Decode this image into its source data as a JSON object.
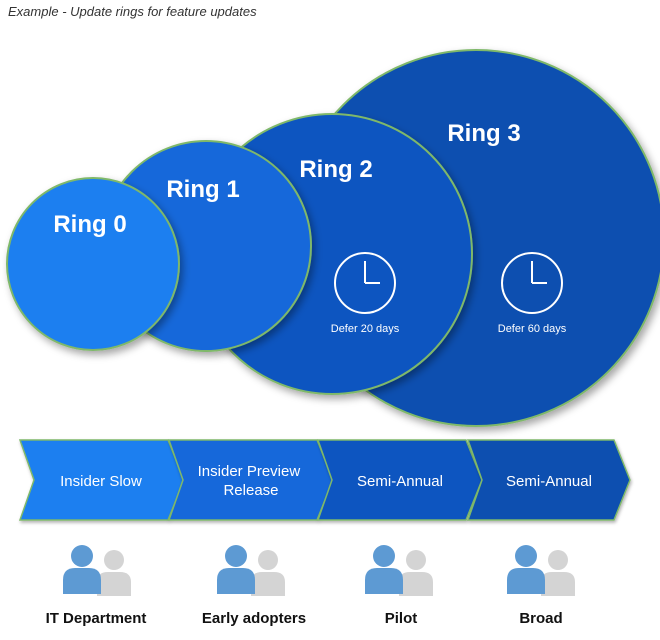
{
  "caption": "Example -  Update rings for feature updates",
  "rings": [
    {
      "label": "Ring 0",
      "color": "#1a7ff0",
      "defer": ""
    },
    {
      "label": "Ring 1",
      "color": "#1468da",
      "defer": ""
    },
    {
      "label": "Ring 2",
      "color": "#0d55c0",
      "defer": "Defer 20 days"
    },
    {
      "label": "Ring 3",
      "color": "#0b4fb0",
      "defer": "Defer 60 days"
    }
  ],
  "channels": [
    {
      "label": "Insider Slow",
      "color": "#1a7ff0"
    },
    {
      "label": "Insider Preview Release",
      "lines": [
        "Insider Preview",
        "Release"
      ],
      "color": "#1468da"
    },
    {
      "label": "Semi-Annual",
      "color": "#0d55c0"
    },
    {
      "label": "Semi-Annual",
      "color": "#0b4fb0"
    }
  ],
  "groups": [
    {
      "label": "IT Department"
    },
    {
      "label": "Early adopters"
    },
    {
      "label": "Pilot"
    },
    {
      "label": "Broad"
    }
  ],
  "icons": {
    "clock": "clock-icon",
    "people": "people-icon"
  },
  "colors": {
    "ring_stroke": "#7fb86a",
    "person_front": "#5d9ad3",
    "person_back": "#d4d4d4"
  }
}
